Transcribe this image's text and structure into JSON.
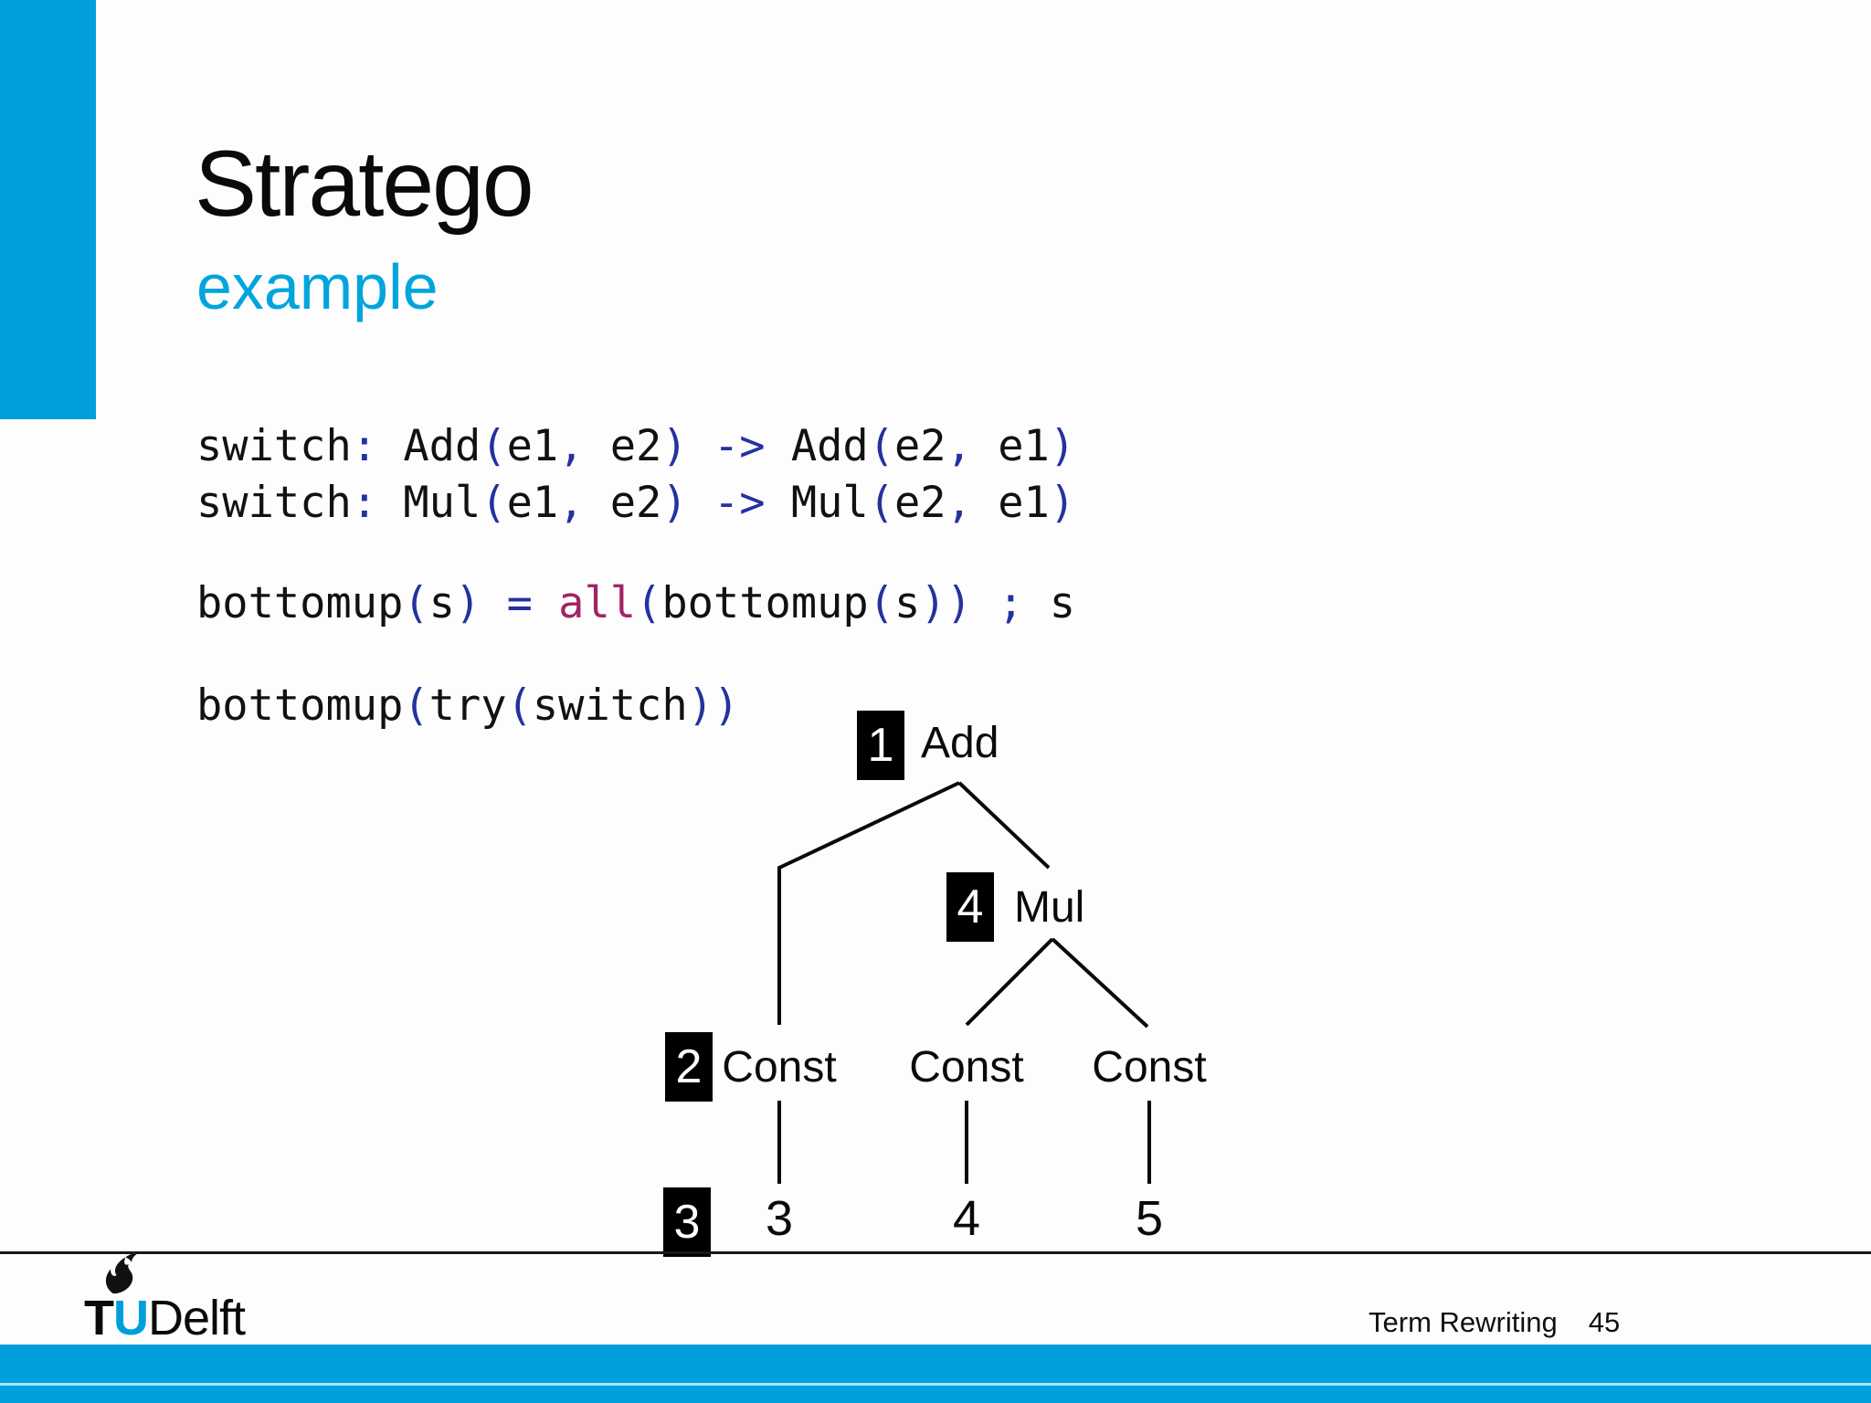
{
  "slide": {
    "title": "Stratego",
    "subtitle": "example"
  },
  "colors": {
    "brand_blue": "#009fdb",
    "subtitle_blue": "#00a5dd",
    "code_punct": "#24319f",
    "code_keyword": "#a12465",
    "code_text": "#111111",
    "bottom_bar_inner_line": "#9fe8f8",
    "badge_bg": "#000000",
    "badge_fg": "#ffffff"
  },
  "code": {
    "lines": [
      {
        "plain": "switch: Add(e1, e2) -> Add(e2, e1)",
        "tokens": [
          {
            "t": "switch",
            "c": "i"
          },
          {
            "t": ": ",
            "c": "p"
          },
          {
            "t": "Add",
            "c": "i"
          },
          {
            "t": "(",
            "c": "p"
          },
          {
            "t": "e1",
            "c": "i"
          },
          {
            "t": ", ",
            "c": "p"
          },
          {
            "t": "e2",
            "c": "i"
          },
          {
            "t": ") ",
            "c": "p"
          },
          {
            "t": "->",
            "c": "p"
          },
          {
            "t": " ",
            "c": "i"
          },
          {
            "t": "Add",
            "c": "i"
          },
          {
            "t": "(",
            "c": "p"
          },
          {
            "t": "e2",
            "c": "i"
          },
          {
            "t": ", ",
            "c": "p"
          },
          {
            "t": "e1",
            "c": "i"
          },
          {
            "t": ")",
            "c": "p"
          }
        ]
      },
      {
        "plain": "switch: Mul(e1, e2) -> Mul(e2, e1)",
        "tokens": [
          {
            "t": "switch",
            "c": "i"
          },
          {
            "t": ": ",
            "c": "p"
          },
          {
            "t": "Mul",
            "c": "i"
          },
          {
            "t": "(",
            "c": "p"
          },
          {
            "t": "e1",
            "c": "i"
          },
          {
            "t": ", ",
            "c": "p"
          },
          {
            "t": "e2",
            "c": "i"
          },
          {
            "t": ") ",
            "c": "p"
          },
          {
            "t": "->",
            "c": "p"
          },
          {
            "t": " ",
            "c": "i"
          },
          {
            "t": "Mul",
            "c": "i"
          },
          {
            "t": "(",
            "c": "p"
          },
          {
            "t": "e2",
            "c": "i"
          },
          {
            "t": ", ",
            "c": "p"
          },
          {
            "t": "e1",
            "c": "i"
          },
          {
            "t": ")",
            "c": "p"
          }
        ]
      },
      {
        "plain": "bottomup(s) = all(bottomup(s)) ; s",
        "tokens": [
          {
            "t": "bottomup",
            "c": "i"
          },
          {
            "t": "(",
            "c": "p"
          },
          {
            "t": "s",
            "c": "i"
          },
          {
            "t": ")",
            "c": "p"
          },
          {
            "t": " ",
            "c": "i"
          },
          {
            "t": "=",
            "c": "p"
          },
          {
            "t": " ",
            "c": "i"
          },
          {
            "t": "all",
            "c": "k"
          },
          {
            "t": "(",
            "c": "p"
          },
          {
            "t": "bottomup",
            "c": "i"
          },
          {
            "t": "(",
            "c": "p"
          },
          {
            "t": "s",
            "c": "i"
          },
          {
            "t": "))",
            "c": "p"
          },
          {
            "t": " ",
            "c": "i"
          },
          {
            "t": ";",
            "c": "p"
          },
          {
            "t": " ",
            "c": "i"
          },
          {
            "t": "s",
            "c": "i"
          }
        ]
      },
      {
        "plain": "bottomup(try(switch))",
        "tokens": [
          {
            "t": "bottomup",
            "c": "i"
          },
          {
            "t": "(",
            "c": "p"
          },
          {
            "t": "try",
            "c": "i"
          },
          {
            "t": "(",
            "c": "p"
          },
          {
            "t": "switch",
            "c": "i"
          },
          {
            "t": "))",
            "c": "p"
          }
        ]
      }
    ]
  },
  "tree": {
    "add": {
      "badge": "1",
      "label": "Add"
    },
    "mul": {
      "badge": "4",
      "label": "Mul"
    },
    "const_left": {
      "badge": "2",
      "label": "Const"
    },
    "const_mid": {
      "label": "Const"
    },
    "const_right": {
      "label": "Const"
    },
    "leaf_left": {
      "badge": "3",
      "value": "3"
    },
    "leaf_mid": {
      "value": "4"
    },
    "leaf_right": {
      "value": "5"
    }
  },
  "footer": {
    "brand_t": "T",
    "brand_u": "U",
    "brand_rest": "Delft",
    "course": "Term Rewriting",
    "page": "45"
  }
}
